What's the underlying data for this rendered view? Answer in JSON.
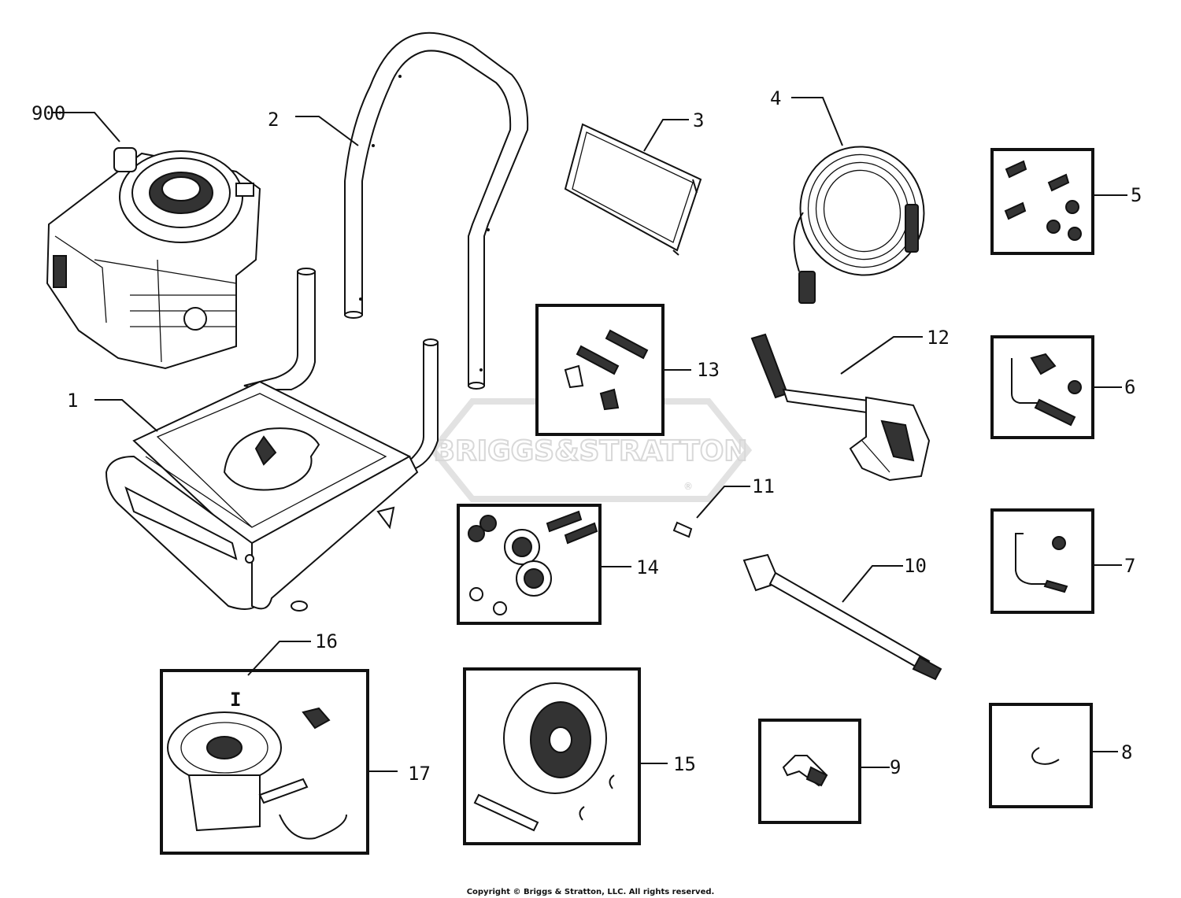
{
  "watermark": {
    "text": "BRIGGS&STRATTON",
    "registered": "®"
  },
  "labels": {
    "l900": "900",
    "l1": "1",
    "l2": "2",
    "l3": "3",
    "l4": "4",
    "l5": "5",
    "l6": "6",
    "l7": "7",
    "l8": "8",
    "l9": "9",
    "l10": "10",
    "l11": "11",
    "l12": "12",
    "l13": "13",
    "l14": "14",
    "l15": "15",
    "l16": "16",
    "l17": "17",
    "sub16": "I"
  },
  "copyright": "Copyright © Briggs & Stratton, LLC. All rights reserved."
}
